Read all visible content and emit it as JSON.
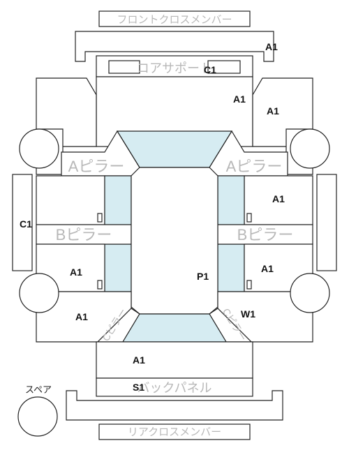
{
  "parts": {
    "front_cross_member": "フロントクロスメンバー",
    "core_support": "コアサポート",
    "a_pillar_left": "Aピラー",
    "a_pillar_right": "Aピラー",
    "b_pillar_left": "Bピラー",
    "b_pillar_right": "Bピラー",
    "c_pillar_left": "Cピラー",
    "c_pillar_right": "Cピラー",
    "back_panel": "バックパネル",
    "spare": "スペア",
    "rear_cross_member": "リアクロスメンバー"
  },
  "codes": {
    "front_cross": "A1",
    "core_support": "C1",
    "front_right_upper": "A1",
    "front_right_fender": "A1",
    "right_front_door": "A1",
    "left_side_panel": "C1",
    "left_rear_door": "A1",
    "right_rear_door": "A1",
    "roof": "P1",
    "left_rear_quarter": "A1",
    "right_rear_quarter": "W1",
    "trunk": "A1",
    "back_panel": "S1"
  },
  "colors": {
    "glass": "#d6ecf2",
    "outline": "#222222",
    "part_label": "#b8b8b8",
    "code_label": "#111111"
  }
}
